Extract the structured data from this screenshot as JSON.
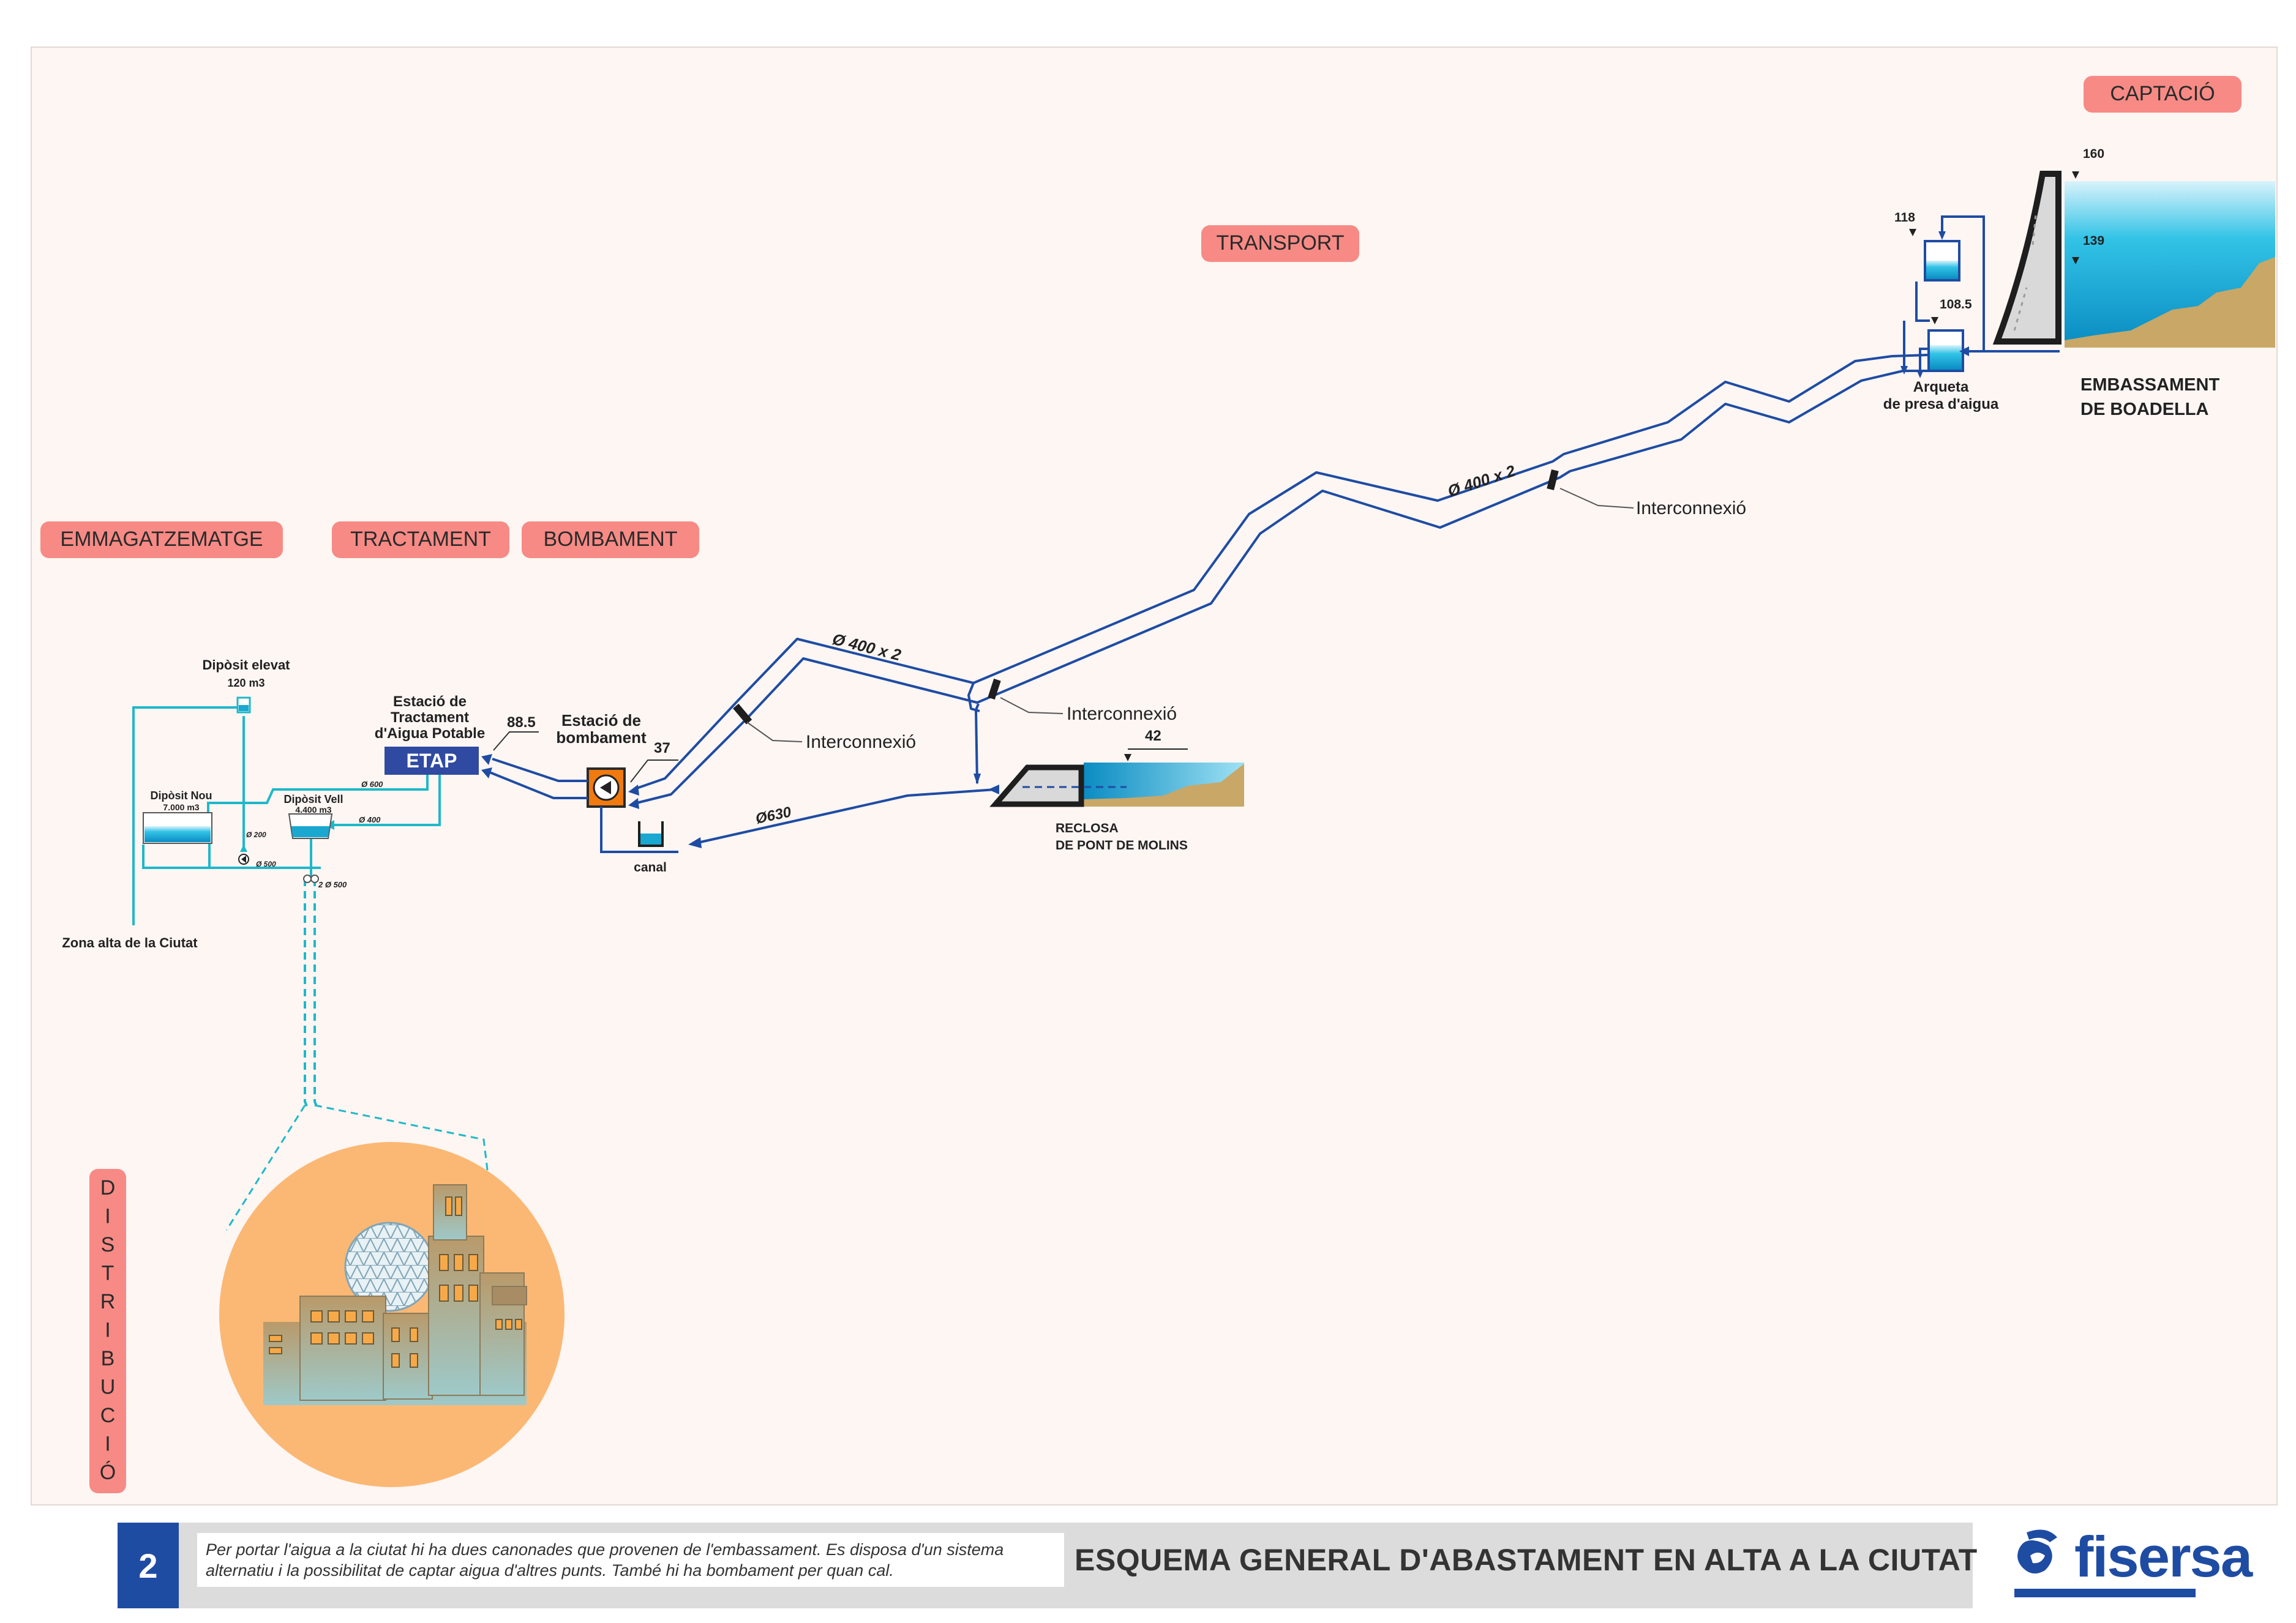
{
  "sections": {
    "captacio": "CAPTACIÓ",
    "transport": "TRANSPORT",
    "emmagatzematge": "EMMAGATZEMATGE",
    "tractament": "TRACTAMENT",
    "bombament": "BOMBAMENT",
    "distribucio": [
      "D",
      "I",
      "S",
      "T",
      "R",
      "I",
      "B",
      "U",
      "C",
      "I",
      "Ó"
    ]
  },
  "captacio": {
    "level_top": "160",
    "level_water": "139",
    "level_arqueta_upper": "118",
    "level_arqueta": "108.5",
    "arqueta_label": [
      "Arqueta",
      "de presa d'aigua"
    ],
    "reservoir_label": [
      "EMBASSAMENT",
      "DE BOADELLA"
    ]
  },
  "transport": {
    "pipe_label_upper": "Ø 400 x 2",
    "pipe_label_lower": "Ø 400 x 2",
    "interconnect_labels": [
      "Interconnexió",
      "Interconnexió",
      "Interconnexió"
    ],
    "pipe_630": "Ø630"
  },
  "reclosa": {
    "level": "42",
    "label": [
      "RECLOSA",
      "DE  PONT DE MOLINS"
    ]
  },
  "bombament": {
    "station_label": [
      "Estació de",
      "bombament"
    ],
    "level": "37",
    "canal": "canal"
  },
  "tractament": {
    "etap_label": [
      "Estació de",
      "Tractament",
      "d'Aigua Potable"
    ],
    "etap": "ETAP",
    "level": "88.5"
  },
  "emmagatzematge": {
    "elevat_label": "Dipòsit elevat",
    "elevat_volume": "120 m3",
    "nou_label": "Dipòsit Nou",
    "nou_volume": "7.000 m3",
    "vell_label": "Dipòsit Vell",
    "vell_volume": "4.400 m3",
    "pipe_600": "Ø 600",
    "pipe_400": "Ø 400",
    "pipe_200": "Ø 200",
    "pipe_500": "Ø 500",
    "pipe_2x500": "2 Ø 500",
    "zona_alta": "Zona alta de la Ciutat"
  },
  "footer": {
    "page_number": "2",
    "note_line1": "Per portar l'aigua a la ciutat hi ha dues canonades que provenen de l'embassament. Es disposa d'un sistema",
    "note_line2": "alternatiu i la possibilitat de captar aigua d'altres punts. També hi ha bombament per quan cal.",
    "title": "ESQUEMA GENERAL D'ABASTAMENT EN ALTA A LA CIUTAT",
    "logo": "fisersa"
  },
  "colors": {
    "pipe_blue": "#1f4ca3",
    "distribution_cyan": "#1fb8c9",
    "section_badge": "#f78a85",
    "water": "#0fa0d0",
    "sand": "#c9a766",
    "etap": "#2f4aa0",
    "pump": "#f07a10",
    "city_circle": "#fbb874"
  }
}
